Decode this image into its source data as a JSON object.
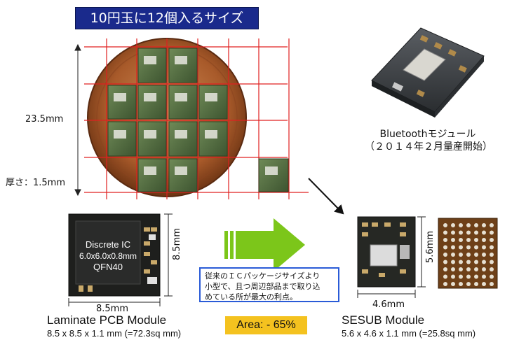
{
  "title": "10円玉に12個入るサイズ",
  "coin_diagram": {
    "height_label": "23.5mm",
    "thickness_label": "厚さ：1.5mm"
  },
  "bluetooth_module": {
    "caption_line1": "Bluetoothモジュール",
    "caption_line2": "（２０１４年２月量産開始）"
  },
  "laminate": {
    "chip_line1": "Discrete IC",
    "chip_line2": "6.0x6.0x0.8mm",
    "chip_line3": "QFN40",
    "width_label": "8.5mm",
    "height_label": "8.5mm",
    "title": "Laminate PCB Module",
    "subtitle": "8.5 x 8.5 x 1.1 mm (=72.3sq mm)"
  },
  "sesub": {
    "width_label": "4.6mm",
    "height_label": "5.6mm",
    "title": "SESUB Module",
    "subtitle": "5.6 x 4.6 x 1.1 mm (=25.8sq mm)"
  },
  "callout": {
    "text_line1": "従来のＩＣパッケージサイズより",
    "text_line2": "小型で、且つ周辺部品まで取り込",
    "text_line3": "めている所が最大の利点。"
  },
  "area": {
    "label": "Area: - 65%"
  },
  "colors": {
    "banner": "#1a2a8c",
    "grid_lines": "#e02020",
    "arrow": "#7cc61a",
    "callout_border": "#2a5bd7",
    "area_box": "#f4c21f"
  }
}
